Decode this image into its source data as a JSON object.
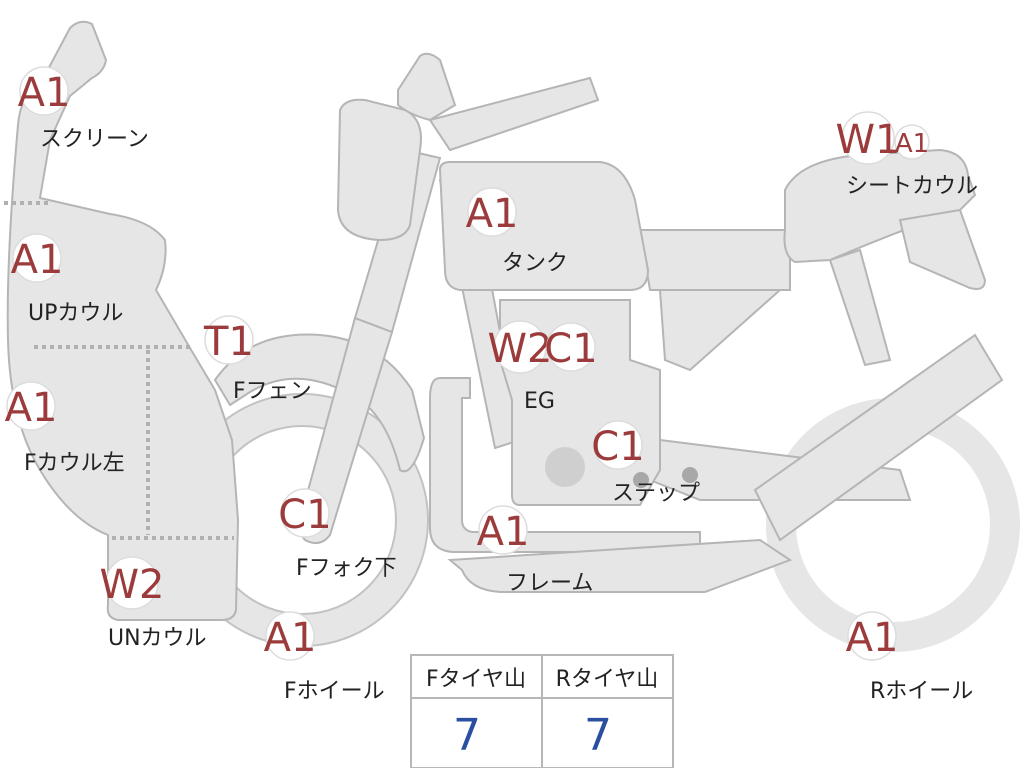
{
  "parts": [
    {
      "id": "screen",
      "codes": [
        "A1"
      ],
      "label": "スクリーン"
    },
    {
      "id": "up_cowl",
      "codes": [
        "A1"
      ],
      "label": "UPカウル"
    },
    {
      "id": "f_cowl_l",
      "codes": [
        "A1"
      ],
      "label": "Fカウル左"
    },
    {
      "id": "un_cowl",
      "codes": [
        "W2"
      ],
      "label": "UNカウル"
    },
    {
      "id": "f_fender",
      "codes": [
        "T1"
      ],
      "label": "Fフェン"
    },
    {
      "id": "f_fork",
      "codes": [
        "C1"
      ],
      "label": "Fフォク下"
    },
    {
      "id": "f_wheel",
      "codes": [
        "A1"
      ],
      "label": "Fホイール"
    },
    {
      "id": "tank",
      "codes": [
        "A1"
      ],
      "label": "タンク"
    },
    {
      "id": "engine",
      "codes": [
        "W2",
        "C1"
      ],
      "label": "EG"
    },
    {
      "id": "step",
      "codes": [
        "C1"
      ],
      "label": "ステップ"
    },
    {
      "id": "frame",
      "codes": [
        "A1"
      ],
      "label": "フレーム"
    },
    {
      "id": "seat_cowl",
      "codes": [
        "W1",
        "A1"
      ],
      "label": "シートカウル"
    },
    {
      "id": "r_wheel",
      "codes": [
        "A1"
      ],
      "label": "Rホイール"
    }
  ],
  "tire_table": {
    "headers": [
      "Fタイヤ山",
      "Rタイヤ山"
    ],
    "values": [
      "7",
      "7"
    ]
  }
}
